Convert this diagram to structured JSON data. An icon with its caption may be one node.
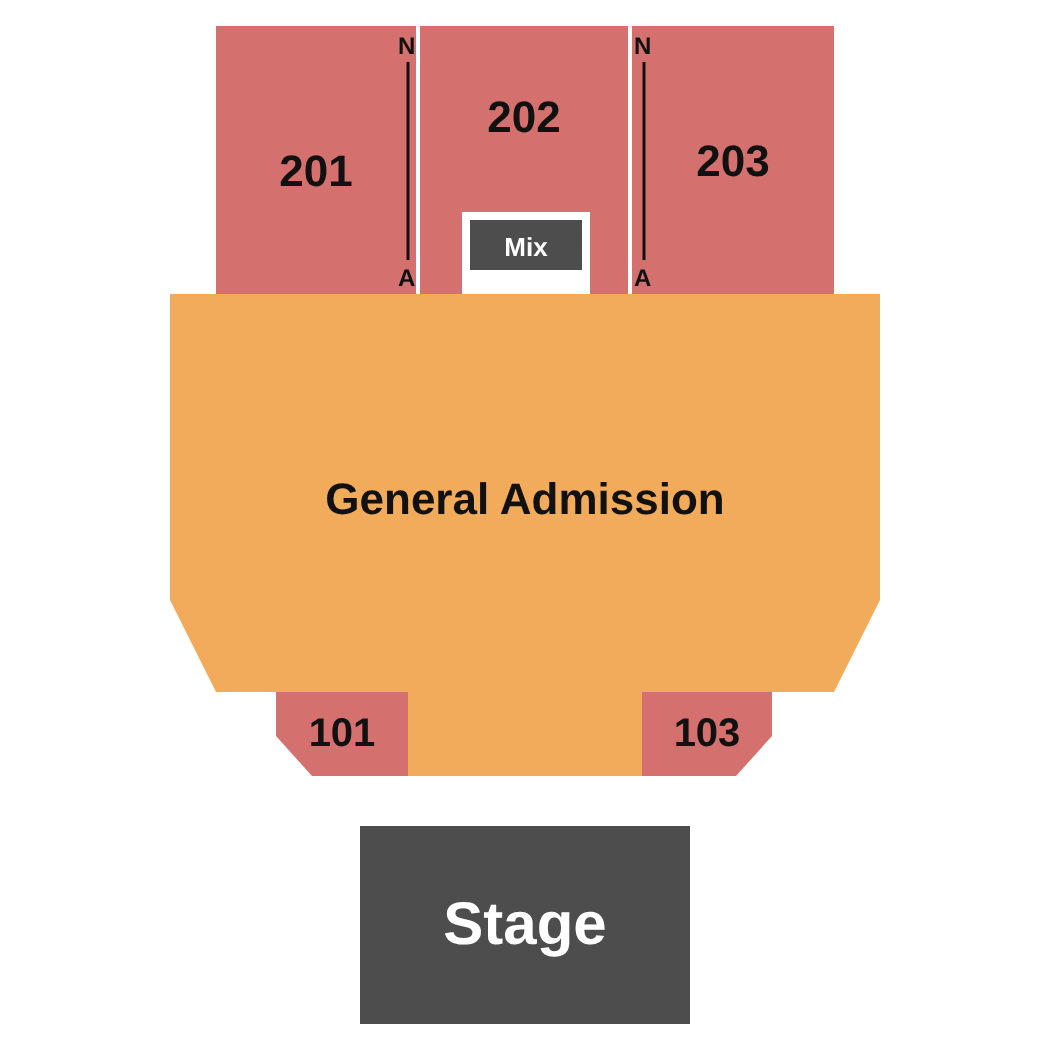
{
  "diagram": {
    "nodes": [
      {
        "text": [
          "201"
        ]
      },
      {
        "text": [
          "202"
        ]
      },
      {
        "text": [
          "203"
        ]
      },
      {
        "text": [
          "Mix"
        ],
        "in": 1
      },
      {
        "text": [
          "General Admission"
        ]
      },
      {
        "text": [
          "101"
        ]
      },
      {
        "text": [
          "103"
        ]
      },
      {
        "text": [
          "Stage"
        ]
      }
    ],
    "labels": [
      "N",
      "A",
      "N",
      "A"
    ]
  }
}
